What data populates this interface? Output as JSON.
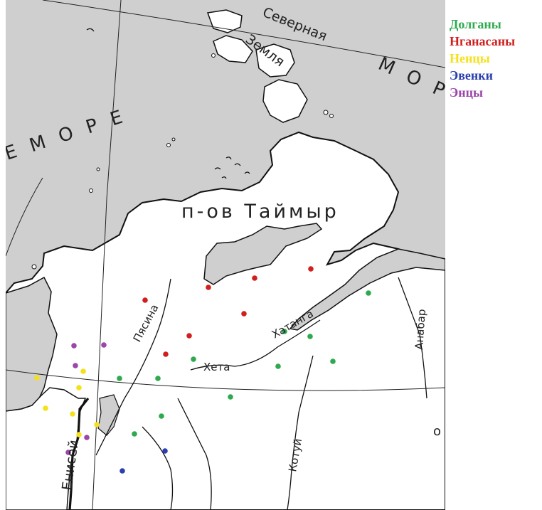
{
  "legend": [
    {
      "label": "Долганы",
      "color": "#2eaa4e"
    },
    {
      "label": "Нганасаны",
      "color": "#d11f1f"
    },
    {
      "label": "Ненцы",
      "color": "#f4e11c"
    },
    {
      "label": "Эвенки",
      "color": "#2c3fb0"
    },
    {
      "label": "Энцы",
      "color": "#9b46a8"
    }
  ],
  "labels": {
    "severnaya": "Северная",
    "zemlya": "Земля",
    "more_left": "Е М О Р Е",
    "more_right": "М О Р Е",
    "peninsula": "п-ов Таймыр",
    "pyasina": "Пясина",
    "khatanga": "Хатанга",
    "kheta": "Хета",
    "anabar": "Анабар",
    "kotuy": "Котуй",
    "enisey": "Енисей",
    "corner": "о"
  },
  "colors": {
    "sea": "#cfcfcf",
    "land": "#ffffff",
    "coast": "#111111",
    "river": "#a9a9a9"
  },
  "settlements": {
    "Долганы": [
      [
        518,
        412
      ],
      [
        400,
        466
      ],
      [
        436,
        473
      ],
      [
        468,
        508
      ],
      [
        391,
        515
      ],
      [
        272,
        505
      ],
      [
        222,
        532
      ],
      [
        168,
        532
      ],
      [
        324,
        558
      ],
      [
        227,
        585
      ],
      [
        189,
        610
      ]
    ],
    "Нганасаны": [
      [
        437,
        378
      ],
      [
        358,
        391
      ],
      [
        293,
        404
      ],
      [
        204,
        422
      ],
      [
        343,
        441
      ],
      [
        266,
        472
      ],
      [
        233,
        498
      ]
    ],
    "Ненцы": [
      [
        117,
        522
      ],
      [
        52,
        531
      ],
      [
        111,
        545
      ],
      [
        64,
        574
      ],
      [
        102,
        582
      ],
      [
        136,
        597
      ],
      [
        111,
        611
      ]
    ],
    "Эвенки": [
      [
        232,
        634
      ],
      [
        172,
        662
      ]
    ],
    "Энцы": [
      [
        104,
        486
      ],
      [
        146,
        485
      ],
      [
        106,
        514
      ],
      [
        122,
        615
      ],
      [
        96,
        636
      ]
    ]
  }
}
